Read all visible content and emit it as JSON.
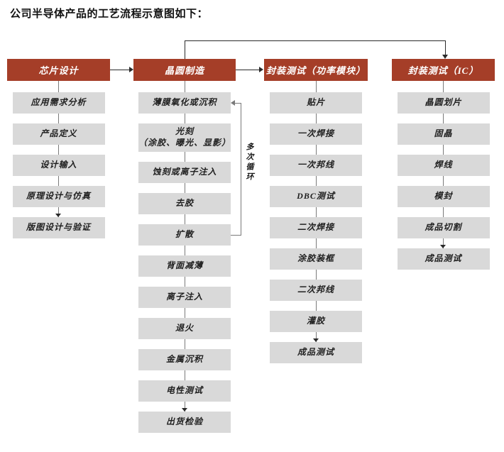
{
  "page": {
    "title": "公司半导体产品的工艺流程示意图如下："
  },
  "colors": {
    "header_bg": "#A53E28",
    "header_text": "#FFFFFF",
    "step_bg": "#D9D9D9",
    "step_text": "#1F1F1F",
    "connector": "#7A7A7A",
    "flow_line": "#2A2A2A"
  },
  "columns": [
    {
      "header": "芯片设计",
      "steps": [
        "应用需求分析",
        "产品定义",
        "设计输入",
        "原理设计与仿真",
        "版图设计与验证"
      ]
    },
    {
      "header": "晶圆制造",
      "loop_label": "多次循环",
      "steps": [
        "薄膜氧化或沉积",
        "光刻\n（涂胶、曝光、显影）",
        "蚀刻或离子注入",
        "去胶",
        "扩散",
        "背面减薄",
        "离子注入",
        "退火",
        "金属沉积",
        "电性测试",
        "出货检验"
      ]
    },
    {
      "header": "封装测试（功率模块）",
      "steps": [
        "贴片",
        "一次焊接",
        "一次邦线",
        "DBC测试",
        "二次焊接",
        "涂胶装框",
        "二次邦线",
        "灌胶",
        "成品测试"
      ]
    },
    {
      "header": "封装测试（IC）",
      "steps": [
        "晶圆划片",
        "固晶",
        "焊线",
        "模封",
        "成品切割",
        "成品测试"
      ]
    }
  ]
}
